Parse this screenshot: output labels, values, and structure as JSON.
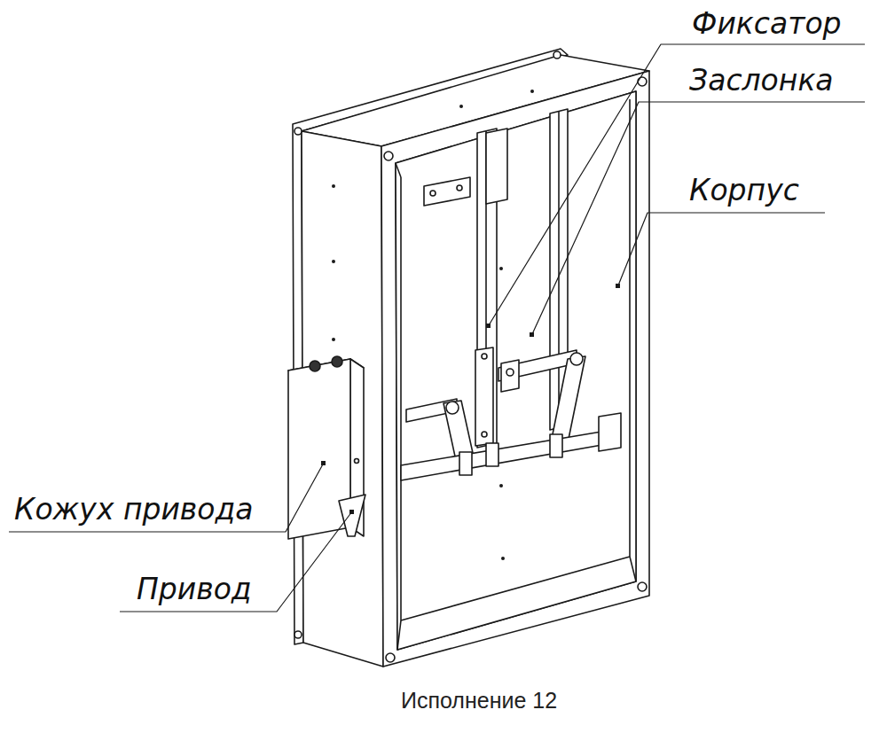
{
  "diagram": {
    "caption": "Исполнение 12",
    "labels": [
      "Фиксатор",
      "Заслонка",
      "Корпус",
      "Кожух привода",
      "Привод"
    ]
  }
}
